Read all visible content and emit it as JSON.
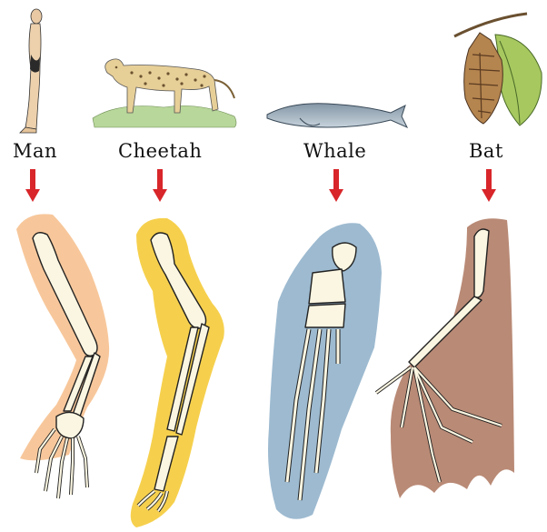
{
  "animals": [
    {
      "key": "man",
      "label": "Man"
    },
    {
      "key": "cheetah",
      "label": "Cheetah"
    },
    {
      "key": "whale",
      "label": "Whale"
    },
    {
      "key": "bat",
      "label": "Bat"
    }
  ],
  "colors": {
    "arrow": "#d8262a",
    "man_bg": "#f7c79b",
    "cheetah_bg": "#f6d04d",
    "whale_bg": "#9dbad0",
    "bat_bg": "#b98a76",
    "bone": "#fbf6e1",
    "outline": "#222222"
  }
}
